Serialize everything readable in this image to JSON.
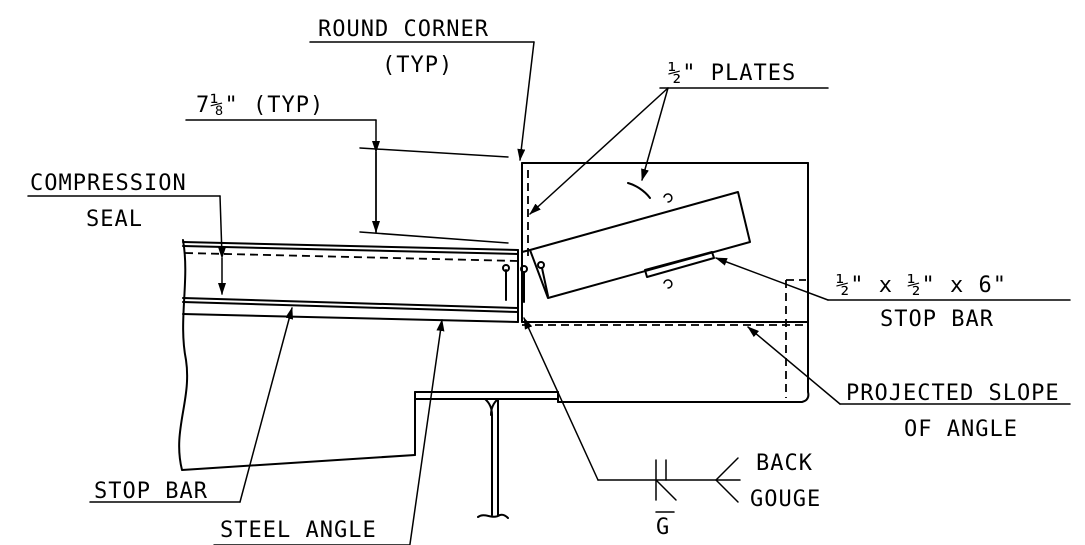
{
  "labels": {
    "round_corner_line1": "ROUND CORNER",
    "round_corner_line2": "(TYP)",
    "dim_typ": "7⅛\" (TYP)",
    "half_plates": "½\" PLATES",
    "compression_line1": "COMPRESSION",
    "compression_line2": "SEAL",
    "stop_bar_size": "½\" x ½\" x 6\"",
    "stop_bar_right": "STOP BAR",
    "projected_line1": "PROJECTED SLOPE",
    "projected_line2": "OF ANGLE",
    "back_line1": "BACK",
    "back_line2": "GOUGE",
    "stop_bar_left": "STOP BAR",
    "steel_angle": "STEEL ANGLE",
    "g_mark": "G"
  },
  "colors": {
    "ink": "#000000",
    "paper": "#ffffff"
  }
}
